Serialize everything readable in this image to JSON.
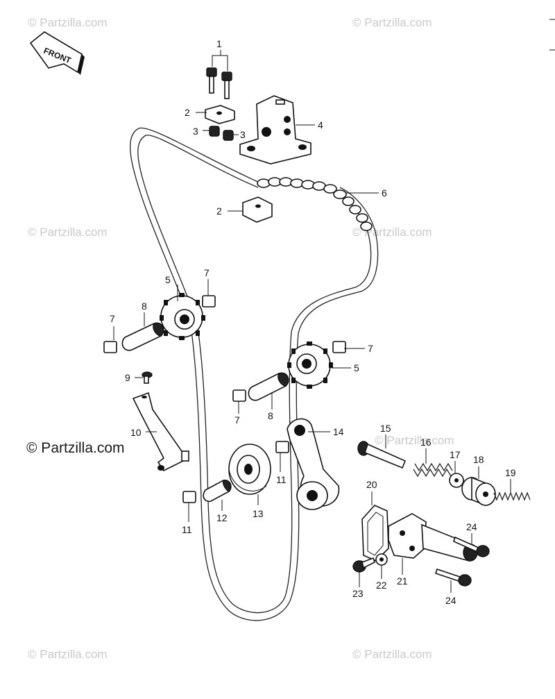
{
  "badge": {
    "label": "FRONT"
  },
  "watermark": {
    "text": "© Partzilla.com"
  },
  "callouts": {
    "c1": "1",
    "c2a": "2",
    "c2b": "2",
    "c3a": "3",
    "c3b": "3",
    "c4": "4",
    "c5a": "5",
    "c5b": "5",
    "c6": "6",
    "c7a": "7",
    "c7b": "7",
    "c7c": "7",
    "c7d": "7",
    "c8a": "8",
    "c8b": "8",
    "c9": "9",
    "c10": "10",
    "c11a": "11",
    "c11b": "11",
    "c12": "12",
    "c13": "13",
    "c14": "14",
    "c15": "15",
    "c16": "16",
    "c17": "17",
    "c18": "18",
    "c19": "19",
    "c20": "20",
    "c21": "21",
    "c22": "22",
    "c23": "23",
    "c24a": "24",
    "c24b": "24"
  }
}
